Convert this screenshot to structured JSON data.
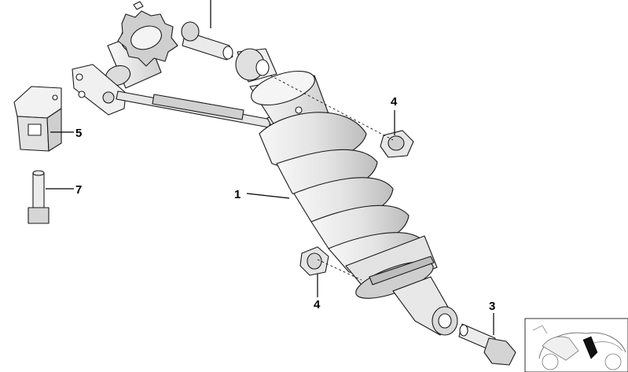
{
  "diagram": {
    "callouts": [
      {
        "id": "c1",
        "label": "1"
      },
      {
        "id": "c3",
        "label": "3"
      },
      {
        "id": "c4a",
        "label": "4"
      },
      {
        "id": "c4b",
        "label": "4"
      },
      {
        "id": "c5",
        "label": "5"
      },
      {
        "id": "c7",
        "label": "7"
      }
    ],
    "colors": {
      "background": "#ffffff",
      "line": "#000000",
      "part_light": "#f2f2f2",
      "part_mid": "#d6d6d6",
      "part_dark": "#9a9a9a"
    }
  }
}
